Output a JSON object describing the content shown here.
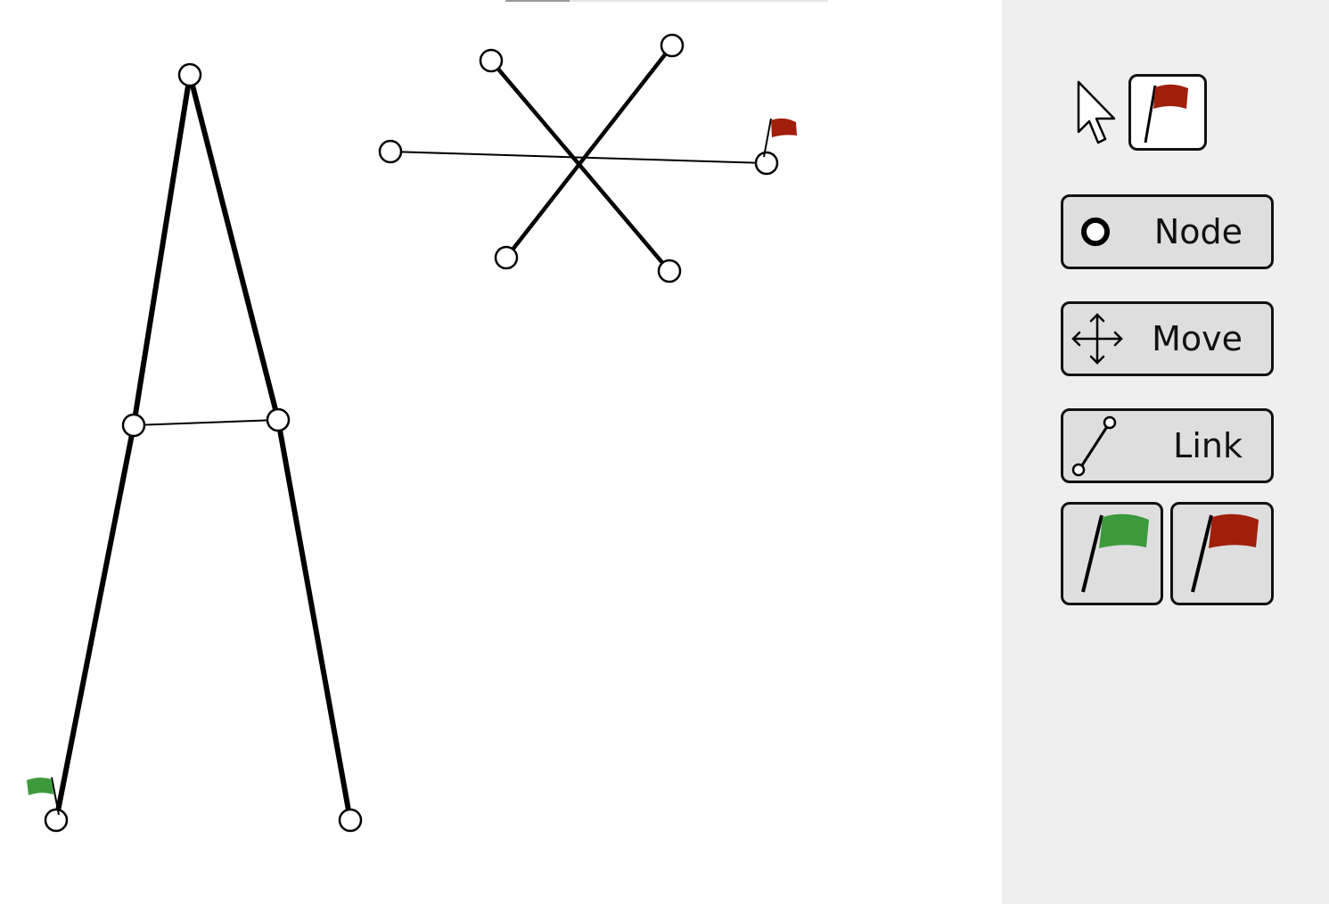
{
  "toolbar": {
    "pointer_icon": "pointer-arrow-icon",
    "active_tool_icon": "red-flag-icon",
    "node_label": "Node",
    "node_icon": "node-circle-icon",
    "move_label": "Move",
    "move_icon": "move-arrows-icon",
    "link_label": "Link",
    "link_icon": "link-icon",
    "start_flag_icon": "green-flag-icon",
    "end_flag_icon": "red-flag-icon"
  },
  "colors": {
    "start_flag": "#3c9a3c",
    "end_flag": "#a01e0a",
    "sidebar_bg": "#efefef",
    "button_bg": "#dedede"
  },
  "progress": {
    "fraction": 0.2
  }
}
